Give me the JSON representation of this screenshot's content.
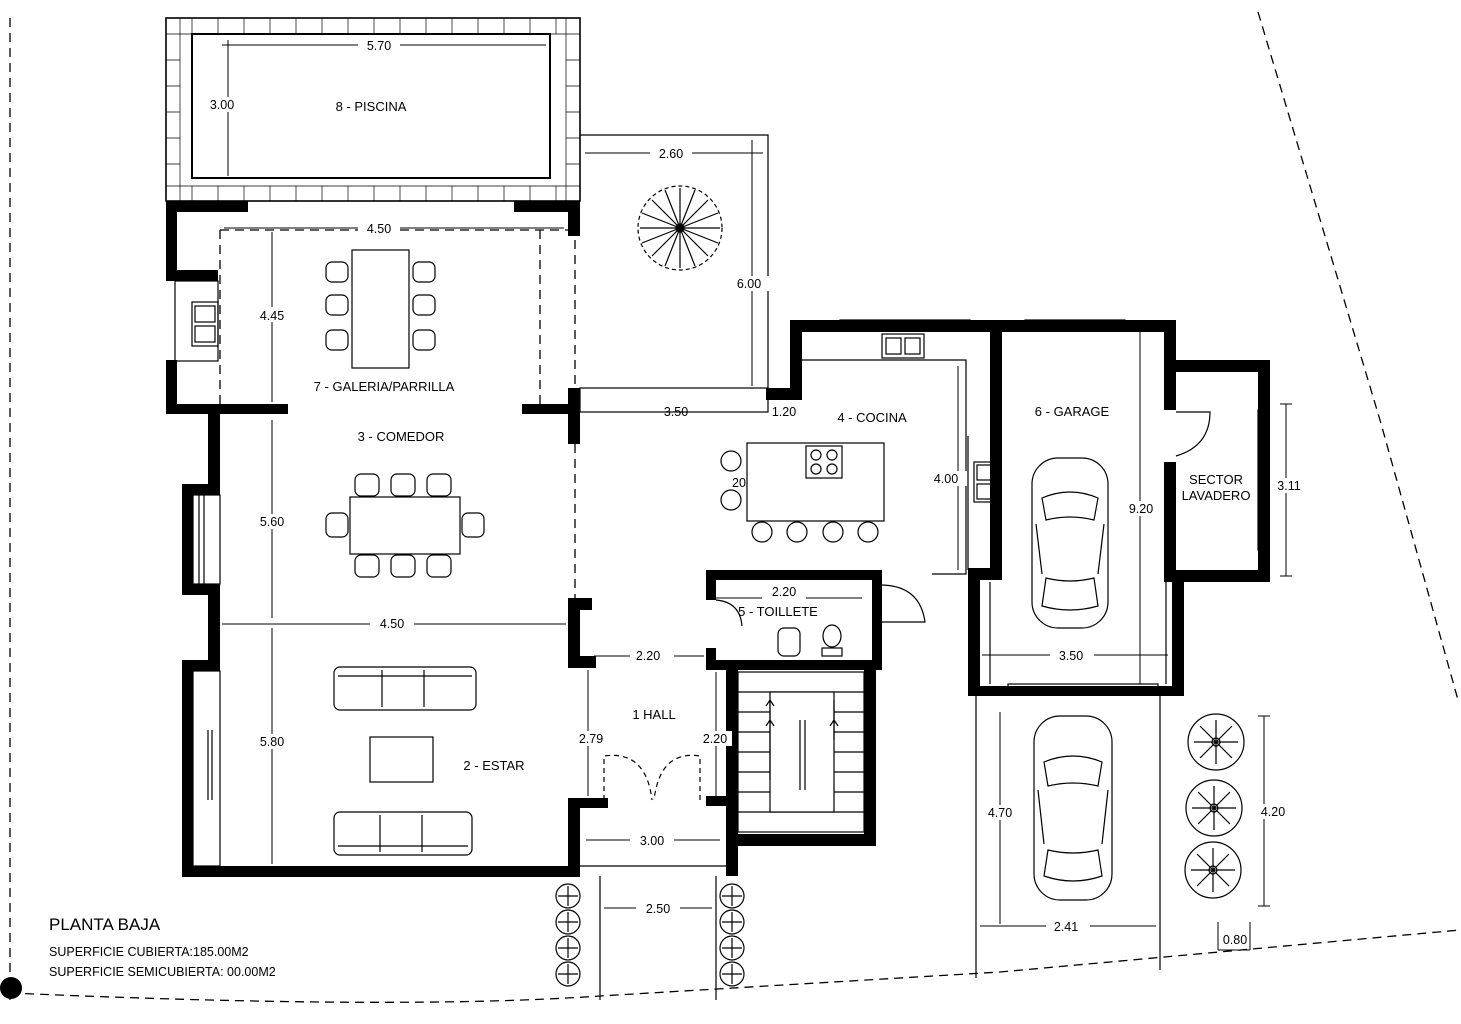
{
  "legend": {
    "title": "PLANTA BAJA",
    "covered_area": "SUPERFICIE  CUBIERTA:185.00M2",
    "semicovered_area": "SUPERFICIE  SEMICUBIERTA: 00.00M2"
  },
  "rooms": {
    "piscina": "8 - PISCINA",
    "galeria": "7 - GALERIA/PARRILLA",
    "comedor": "3 - COMEDOR",
    "estar": "2 - ESTAR",
    "cocina": "4 - COCINA",
    "garage": "6 - GARAGE",
    "lavadero_1": "SECTOR",
    "lavadero_2": "LAVADERO",
    "toillete": "5 - TOILLETE",
    "hall": "1 HALL"
  },
  "dimensions": {
    "pool_width": "5.70",
    "pool_depth": "3.00",
    "patio_width": "2.60",
    "patio_depth": "6.00",
    "galeria_width": "4.50",
    "galeria_depth": "4.45",
    "terrace_width": "3.50",
    "terrace_gap": "1.20",
    "comedor_depth": "5.60",
    "estar_width": "4.50",
    "estar_depth": "5.80",
    "island_depth": "20",
    "cocina_depth": "4.00",
    "garage_depth": "9.20",
    "lavadero_depth": "3.11",
    "toillete_width": "2.20",
    "hall_width": "2.20",
    "hall_depth_left": "2.79",
    "hall_depth_right": "2.20",
    "entry_width": "3.00",
    "path_width": "2.50",
    "garage_width": "3.50",
    "driveway_depth": "4.70",
    "driveway_width": "2.41",
    "planter_depth": "4.20",
    "planter_width": "0.80"
  }
}
